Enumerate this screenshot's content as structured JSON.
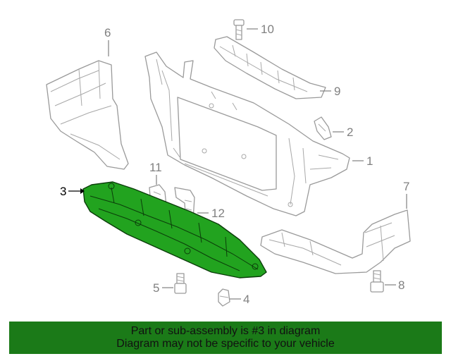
{
  "callouts": {
    "c1": "1",
    "c2": "2",
    "c3": "3",
    "c4": "4",
    "c5": "5",
    "c6": "6",
    "c7": "7",
    "c8": "8",
    "c9": "9",
    "c10": "10",
    "c11": "11",
    "c12": "12"
  },
  "highlight": {
    "part_number": "3",
    "color": "#22a31f"
  },
  "banner": {
    "line1": "Part or sub-assembly is #3 in diagram",
    "line2": "Diagram may not be specific to your vehicle",
    "background": "#1b7a18"
  }
}
